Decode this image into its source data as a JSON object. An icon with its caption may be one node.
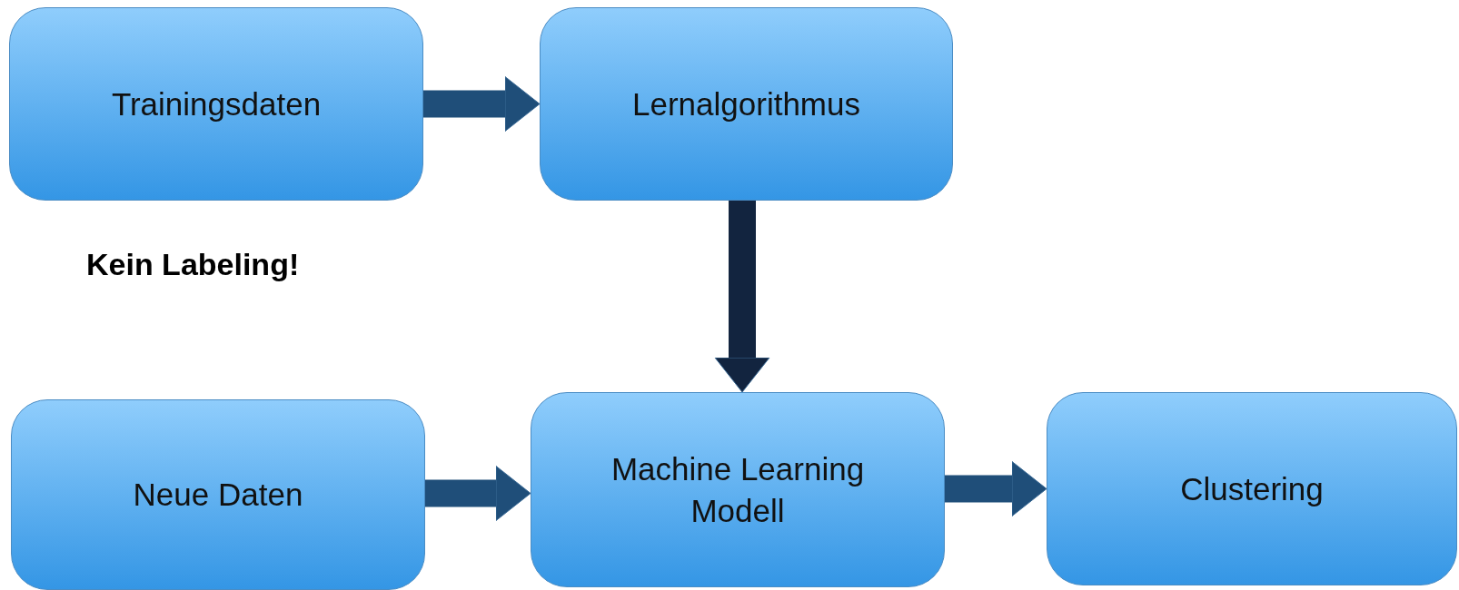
{
  "diagram": {
    "nodes": [
      {
        "text": [
          "Trainingsdaten"
        ]
      },
      {
        "text": [
          "Lernalgorithmus"
        ]
      },
      {
        "text": [
          "Neue Daten"
        ]
      },
      {
        "text": [
          "Machine Learning Modell"
        ]
      },
      {
        "text": [
          "Clustering"
        ]
      }
    ],
    "edges": [
      {
        "from": 0,
        "to": 1,
        "arrow": "to"
      },
      {
        "from": 1,
        "to": 3,
        "arrow": "to",
        "color": "#12243f"
      },
      {
        "from": 2,
        "to": 3,
        "arrow": "to"
      },
      {
        "from": 3,
        "to": 4,
        "arrow": "to"
      }
    ],
    "labels": [
      "Kein Labeling!"
    ]
  }
}
